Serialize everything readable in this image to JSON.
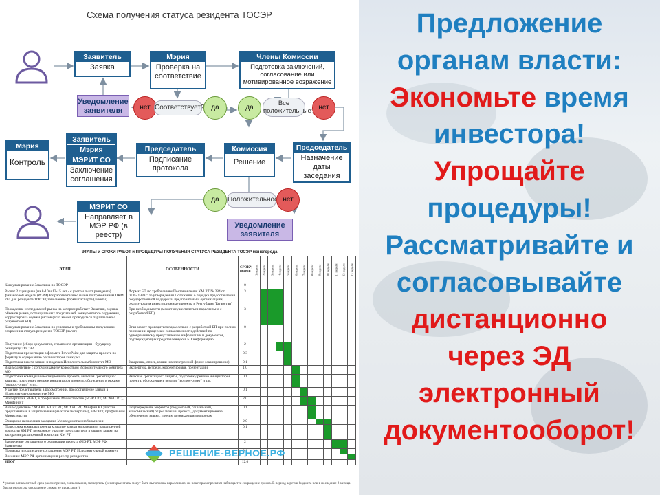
{
  "diagram": {
    "title": "Схема получения статуса резидента ТОСЭР",
    "boxes": {
      "applicant_top": {
        "header": "Заявитель",
        "body": "Заявка"
      },
      "mayor_top": {
        "header": "Мэрия",
        "body": "Проверка на соответствие"
      },
      "commission_members": {
        "header": "Члены Комиссии",
        "body": "Подготовка заключений, согласование или мотивированное возражение"
      },
      "control": {
        "header": "Мэрия",
        "body": "Контроль"
      },
      "agreement": {
        "header1": "Заявитель",
        "header2": "Мэрия",
        "header3": "МЭРИТ СО",
        "body": "Заключение соглашения"
      },
      "chairman1": {
        "header": "Председатель",
        "body": "Подписание протокола"
      },
      "commission": {
        "header": "Комиссия",
        "body": "Решение"
      },
      "chairman2": {
        "header": "Председатель",
        "body": "Назначение даты заседания"
      },
      "merit_bottom": {
        "header": "МЭРИТ СО",
        "body": "Направляет в МЭР РФ (в реестр)"
      }
    },
    "notify_top": "Уведомление заявителя",
    "notify_bottom": "Уведомление заявителя",
    "q_compliant": "Соответствует?",
    "q_all_positive": "Все положительные?",
    "q_positive": "Положительное?",
    "yes": "да",
    "no": "нет"
  },
  "table": {
    "title": "ЭТАПЫ и СРОКИ РАБОТ и ПРОЦЕДУРЫ ПОЛУЧЕНИЯ СТАТУСА РЕЗИДЕНТА ТОСЭР моногорода",
    "col_stage": "ЭТАП",
    "col_features": "ОСОБЕННОСТИ",
    "col_term": "СРОК*, недели",
    "weeks": [
      "1 неделя",
      "2 неделя",
      "3 неделя",
      "4 неделя",
      "5 неделя",
      "6 неделя",
      "7 неделя",
      "8 неделя",
      "9 неделя",
      "10 неделя",
      "11 неделя",
      "12 неделя",
      "13 неделя"
    ],
    "rows": [
      {
        "stage": "Консультирование Заказчика по ТОСЭР",
        "features": "",
        "term": "0",
        "start": 0,
        "len": 0
      },
      {
        "stage": "Расчет 2 сценариев (на 8-10 и 13-15 лет - с учетом льгот резидента) финансовой модели (ФЭМ) Разработка бизнес плана по требованиям ПКМ 284 для резидента ТОСЭР, заполнение формы паспорта (анкеты)",
        "features": "Формат БП по требованиям Постановления КМ РТ № 284 от 07.05.1999 \"Об утверждении Положения о порядке предоставления государственной поддержки предприятиям и организациям, реализующим инвестиционные проекты в Республике Татарстан\"",
        "term": "3",
        "start": 1,
        "len": 3
      },
      {
        "stage": "Проведение исследований рынка на котором работает Заказчик, оценка объемов рынка, потенциальных покупателей, конкурентного окружения, корректировка оценки рисков (этап может проводиться параллельно с разработкой БП)",
        "features": "При необходимости (может осуществляться параллельно с разработкой БП)",
        "term": "3",
        "start": 1,
        "len": 3
      },
      {
        "stage": "Консультирование Заказчика по условиям и требованиям получения и сохранения статуса резидента ТОСЭР (льгот)",
        "features": "Этап может проводиться параллельно с разработкой БП при полном понимании процесса и согласованности действий по одновременному представлению информации и документов, подтверждающих представленную в БП информацию.",
        "term": "0",
        "start": 0,
        "len": 0
      },
      {
        "stage": "Получение (сбор) документов, справок по организации - будущему резиденту ТОСЭР",
        "features": "",
        "term": "2",
        "start": 3,
        "len": 2
      },
      {
        "stage": "Подготовка презентации в формате PowerPoint для защиты проекта по формату и содержанию организаторов конкурса",
        "features": "",
        "term": "0,3",
        "start": 4,
        "len": 1
      },
      {
        "stage": "Подготовка пакета заявки и подача в Исполнительный комитет МО",
        "features": "Заверение, опись, копии и в электронной форме (сканирование)",
        "term": "0,1",
        "start": 4,
        "len": 1
      },
      {
        "stage": "Взаимодействие с сотрудниками/руководством Исполнительного комитета МО",
        "features": "Экспертиза, встречи, корректировки, презентации",
        "term": "1,0",
        "start": 5,
        "len": 1
      },
      {
        "stage": "Подготовка команды инвестиционного проекта, включая \"репетицию\" защиты, подготовку резюме инициаторов проекта, обсуждение в режиме \"вопрос-ответ\" и т.п.",
        "features": "Включая \"репетицию\" защиты, подготовку резюме инициаторов проекта, обсуждение в режиме \"вопрос-ответ\" и т.п.",
        "term": "0,1",
        "start": 5,
        "len": 1
      },
      {
        "stage": "Участие представителя в рассмотрении, предоставление заявки в Исполнительном комитете МО",
        "features": "",
        "term": "0,1",
        "start": 6,
        "len": 1
      },
      {
        "stage": "Экспертиза в МЭРТ, в профильном Министерстве (МЭРТ РТ, МСХиП РТ), Минфин РТ",
        "features": "",
        "term": "2,0",
        "start": 6,
        "len": 2
      },
      {
        "stage": "Взаимодействие с МЭ РТ, МПиТ РТ, МСХиП РТ, Минфин РТ участие представителя в защите заявки (на этапе экспертизы), в МЭРТ, профильном Министерстве",
        "features": "Подтверждение эффектов (бюджетный, социальный, экономический) от реализации проекта, документационное обеспечение заявки, прочим возникающим вопросам",
        "term": "0,1",
        "start": 7,
        "len": 1
      },
      {
        "stage": "Ожидание назначения заседания Межведомственной комиссии",
        "features": "",
        "term": "2,0",
        "start": 8,
        "len": 2
      },
      {
        "stage": "Подготовка команды проекта к защите заявки на заседании расширенной комиссии КМ РТ, возможное участие представителя в защите заявки на заседании расширенной комиссии КМ РТ",
        "features": "",
        "term": "0,1",
        "start": 9,
        "len": 1
      },
      {
        "stage": "Заключение соглашения о реализации проекта (МЭ РТ, МЭР РФ, Заявитель)",
        "features": "",
        "term": "2",
        "start": 10,
        "len": 2
      },
      {
        "stage": "Проверка и подписание соглашения МЭР РТ, Исполнительный комитет",
        "features": "",
        "term": "0,1",
        "start": 11,
        "len": 1
      },
      {
        "stage": "Внесение МЭР РФ организации в реестр резидентов",
        "features": "",
        "term": "1",
        "start": 12,
        "len": 1
      },
      {
        "stage": "ИТОГ",
        "features": "",
        "term": "12,6",
        "start": 0,
        "len": 0
      }
    ],
    "note": "* указан регламентный срок рассмотрения, согласования, экспертизы (некоторые этапы могут быть выполнены параллельно, по некоторым проектам наблюдается сокращение сроков. В период верстки бюджета или в последние 2 месяца бюджетного года сокращение сроков не происходит)"
  },
  "logo_text": "РЕШЕНИЕ-ВЕРНОЕ.РФ",
  "slogan": [
    {
      "text": "Предложение",
      "color": "blue"
    },
    {
      "text": "органам власти:",
      "color": "blue"
    },
    {
      "text": "Экономьте",
      "text2": " время",
      "color": "red",
      "color2": "blue"
    },
    {
      "text": "инвестора!",
      "color": "blue"
    },
    {
      "text": "Упрощайте",
      "color": "red"
    },
    {
      "text": "процедуры!",
      "color": "blue"
    },
    {
      "text": "Рассматривайте и",
      "color": "blue"
    },
    {
      "text": "согласовывайте",
      "color": "blue"
    },
    {
      "text": "дистанционно",
      "color": "red"
    },
    {
      "text": "через ЭД",
      "color": "red"
    },
    {
      "text": "электронный",
      "color": "red"
    },
    {
      "text": "документооборот!",
      "color": "red"
    }
  ],
  "colors": {
    "blue": "#1f7fc0",
    "red": "#e11a1a",
    "green_bar": "#1a9a2a",
    "box_border": "#1f5f90"
  }
}
